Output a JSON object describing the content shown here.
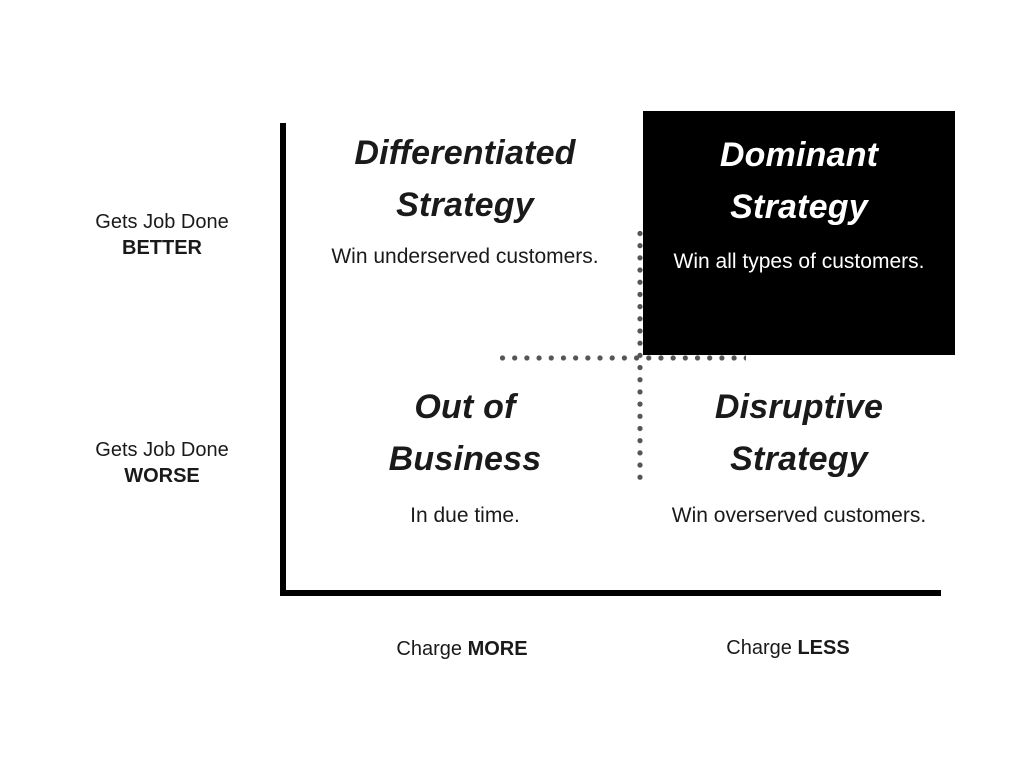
{
  "diagram": {
    "type": "2x2-strategy-matrix",
    "colors": {
      "background": "#ffffff",
      "axis": "#000000",
      "text": "#1a1a1a",
      "divider_dots": "#555555",
      "highlight_fill": "#000000",
      "highlight_text": "#ffffff"
    },
    "y_axis": {
      "top_label": {
        "line1": "Gets Job Done",
        "line2": "BETTER"
      },
      "bottom_label": {
        "line1": "Gets Job Done",
        "line2": "WORSE"
      }
    },
    "x_axis": {
      "left_label": {
        "prefix": "Charge ",
        "emphasis": "MORE"
      },
      "right_label": {
        "prefix": "Charge ",
        "emphasis": "LESS"
      }
    },
    "quadrants": {
      "top_left": {
        "title_line1": "Differentiated",
        "title_line2": "Strategy",
        "description": "Win underserved customers.",
        "highlighted": false
      },
      "top_right": {
        "title_line1": "Dominant",
        "title_line2": "Strategy",
        "description": "Win all types of customers.",
        "highlighted": true
      },
      "bottom_left": {
        "title_line1": "Out of",
        "title_line2": "Business",
        "description": "In due time.",
        "highlighted": false
      },
      "bottom_right": {
        "title_line1": "Disruptive",
        "title_line2": "Strategy",
        "description": "Win overserved customers.",
        "highlighted": false
      }
    }
  }
}
